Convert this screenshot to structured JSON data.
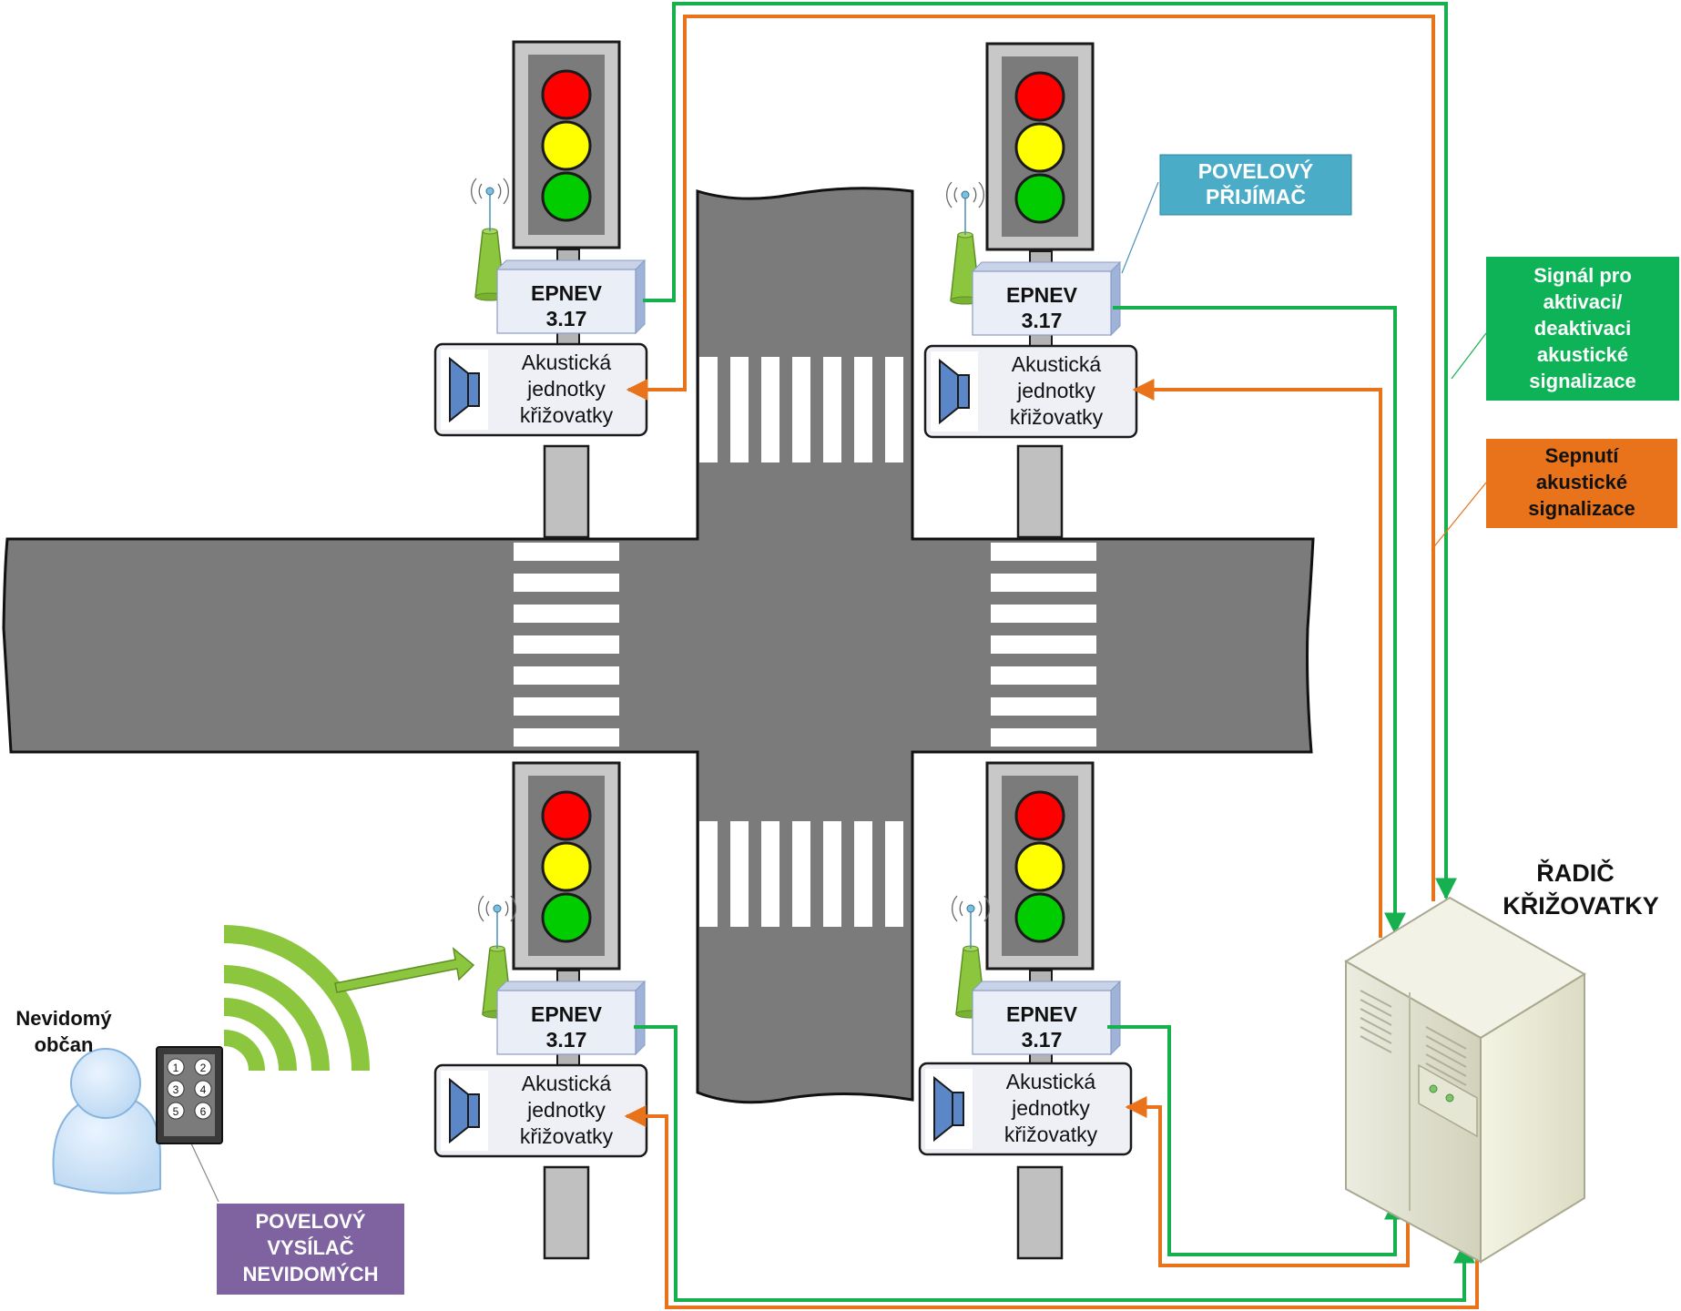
{
  "epnev": {
    "line1": "EPNEV",
    "line2": "3.17"
  },
  "acoustic_unit": {
    "line1": "Akustická",
    "line2": "jednotky",
    "line3": "křižovatky"
  },
  "receiver_label": {
    "line1": "POVELOVÝ",
    "line2": "PŘIJÍMAČ"
  },
  "signal_label": {
    "line1": "Signál pro",
    "line2": "aktivaci/",
    "line3": "deaktivaci",
    "line4": "akustické",
    "line5": "signalizace"
  },
  "switch_label": {
    "line1": "Sepnutí",
    "line2": "akustické",
    "line3": "signalizace"
  },
  "controller_label": {
    "line1": "ŘADIČ",
    "line2": "KŘIŽOVATKY"
  },
  "person_label": {
    "line1": "Nevidomý",
    "line2": "občan"
  },
  "transmitter_label": {
    "line1": "POVELOVÝ",
    "line2": "VYSÍLAČ",
    "line3": "NEVIDOMÝCH"
  },
  "keypad": {
    "keys": [
      "1",
      "2",
      "3",
      "4",
      "5",
      "6"
    ]
  },
  "colors": {
    "road": "#7b7b7b",
    "green_line": "#16b14e",
    "orange_line": "#e8731a",
    "signal_box": "#0fb357",
    "switch_box": "#e8731a",
    "receiver_box": "#4aacc6",
    "transmitter_box": "#7e63a0",
    "red_light": "#ff0000",
    "yellow_light": "#ffff00",
    "green_light": "#00cc00",
    "antenna": "#8cc63f"
  }
}
